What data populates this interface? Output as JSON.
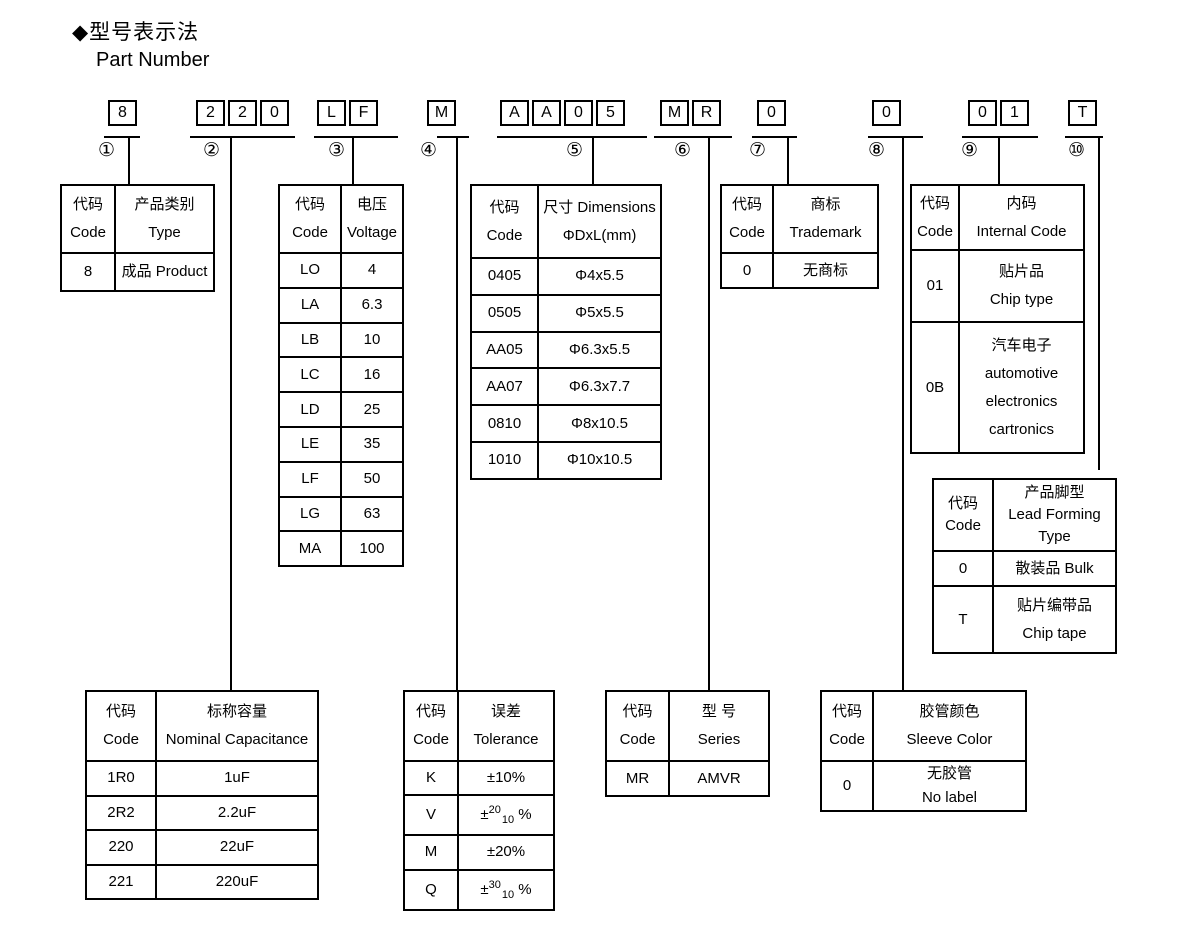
{
  "page": {
    "title_zh": "◆型号表示法",
    "title_en": "Part Number"
  },
  "part_number": {
    "groups": [
      {
        "chars": [
          "8"
        ],
        "marker": "①"
      },
      {
        "chars": [
          "2",
          "2",
          "0"
        ],
        "marker": "②"
      },
      {
        "chars": [
          "L",
          "F"
        ],
        "marker": "③"
      },
      {
        "chars": [
          "M"
        ],
        "marker": "④"
      },
      {
        "chars": [
          "A",
          "A",
          "0",
          "5"
        ],
        "marker": "⑤"
      },
      {
        "chars": [
          "M",
          "R"
        ],
        "marker": "⑥"
      },
      {
        "chars": [
          "0"
        ],
        "marker": "⑦"
      },
      {
        "chars": [
          "0"
        ],
        "marker": "⑧"
      },
      {
        "chars": [
          "0",
          "1"
        ],
        "marker": "⑨"
      },
      {
        "chars": [
          "T"
        ],
        "marker": "⑩"
      }
    ]
  },
  "tables": [
    {
      "key": "product-type",
      "header": [
        [
          "代码",
          "Code"
        ],
        [
          "产品类别",
          "Type"
        ]
      ],
      "rows": [
        [
          "8",
          "成品 Product"
        ]
      ]
    },
    {
      "key": "nominal-capacitance",
      "header": [
        [
          "代码",
          "Code"
        ],
        [
          "标称容量",
          "Nominal Capacitance"
        ]
      ],
      "rows": [
        [
          "1R0",
          "1uF"
        ],
        [
          "2R2",
          "2.2uF"
        ],
        [
          "220",
          "22uF"
        ],
        [
          "221",
          "220uF"
        ]
      ]
    },
    {
      "key": "voltage",
      "header": [
        [
          "代码",
          "Code"
        ],
        [
          "电压",
          "Voltage"
        ]
      ],
      "rows": [
        [
          "LO",
          "4"
        ],
        [
          "LA",
          "6.3"
        ],
        [
          "LB",
          "10"
        ],
        [
          "LC",
          "16"
        ],
        [
          "LD",
          "25"
        ],
        [
          "LE",
          "35"
        ],
        [
          "LF",
          "50"
        ],
        [
          "LG",
          "63"
        ],
        [
          "MA",
          "100"
        ]
      ]
    },
    {
      "key": "tolerance",
      "header": [
        [
          "代码",
          "Code"
        ],
        [
          "误差",
          "Tolerance"
        ]
      ],
      "rows": [
        [
          "K",
          "±10%"
        ],
        [
          "V",
          "±^{20}_{10} %"
        ],
        [
          "M",
          "±20%"
        ],
        [
          "Q",
          "±^{30}_{10} %"
        ]
      ]
    },
    {
      "key": "dimensions",
      "header": [
        [
          "代码",
          "Code"
        ],
        [
          "尺寸 Dimensions",
          "ΦDxL(mm)"
        ]
      ],
      "rows": [
        [
          "0405",
          "Φ4x5.5"
        ],
        [
          "0505",
          "Φ5x5.5"
        ],
        [
          "AA05",
          "Φ6.3x5.5"
        ],
        [
          "AA07",
          "Φ6.3x7.7"
        ],
        [
          "0810",
          "Φ8x10.5"
        ],
        [
          "1010",
          "Φ10x10.5"
        ]
      ]
    },
    {
      "key": "series",
      "header": [
        [
          "代码",
          "Code"
        ],
        [
          "型 号",
          "Series"
        ]
      ],
      "rows": [
        [
          "MR",
          "AMVR"
        ]
      ]
    },
    {
      "key": "trademark",
      "header": [
        [
          "代码",
          "Code"
        ],
        [
          "商标",
          "Trademark"
        ]
      ],
      "rows": [
        [
          "0",
          "无商标"
        ]
      ]
    },
    {
      "key": "sleeve-color",
      "header": [
        [
          "代码",
          "Code"
        ],
        [
          "胶管颜色",
          "Sleeve Color"
        ]
      ],
      "rows": [
        [
          "0",
          [
            "无胶管",
            "No label"
          ]
        ]
      ]
    },
    {
      "key": "internal-code",
      "header": [
        [
          "代码",
          "Code"
        ],
        [
          "内码",
          "Internal Code"
        ]
      ],
      "rows": [
        [
          "01",
          [
            "贴片品",
            "Chip type"
          ]
        ],
        [
          "0B",
          [
            "汽车电子",
            "automotive",
            "electronics",
            "cartronics"
          ]
        ]
      ]
    },
    {
      "key": "lead-forming",
      "header": [
        [
          "代码",
          "Code"
        ],
        [
          "产品脚型",
          "Lead Forming",
          "Type"
        ]
      ],
      "rows": [
        [
          "0",
          "散装品 Bulk"
        ],
        [
          "T",
          [
            "贴片编带品",
            "Chip tape"
          ]
        ]
      ]
    }
  ]
}
